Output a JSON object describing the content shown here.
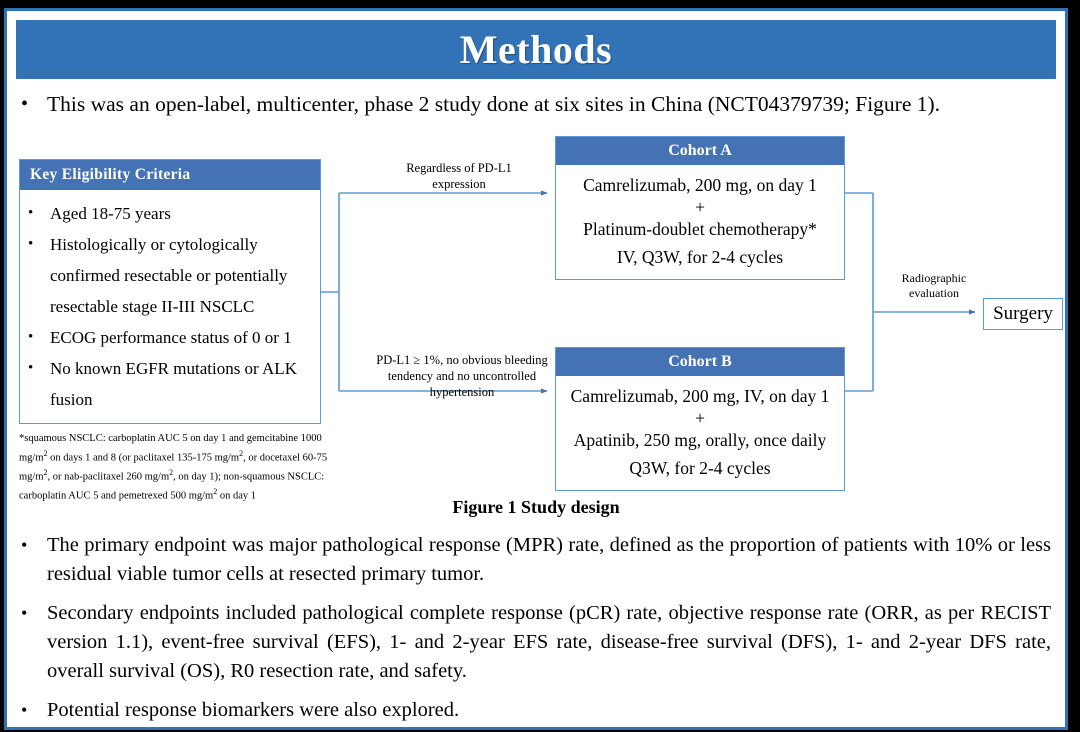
{
  "slide": {
    "title": "Methods",
    "accent_color": "#3273B8",
    "header_box_color": "#4472B4",
    "box_border_color": "#5B9BD5",
    "frame_border_color": "#2E74B5"
  },
  "lead_bullet": "This was an open-label, multicenter, phase 2 study done at six sites in China (NCT04379739; Figure 1).",
  "figure": {
    "caption": "Figure 1 Study design",
    "eligibility": {
      "header": "Key  Eligibility Criteria",
      "items": [
        "Aged 18-75 years",
        "Histologically or cytologically confirmed resectable or potentially resectable stage II-III  NSCLC",
        "ECOG performance status of 0 or 1",
        "No known EGFR mutations or ALK fusion"
      ]
    },
    "footnote": "*squamous NSCLC: carboplatin AUC 5 on day 1 and gemcitabine 1000 mg/m2 on days 1 and 8 (or paclitaxel 135-175 mg/m2, or docetaxel 60-75 mg/m2, or nab-paclitaxel 260 mg/m2, on day 1); non-squamous NSCLC: carboplatin AUC 5 and pemetrexed 500 mg/m2 on day 1",
    "cohort_a": {
      "header": "Cohort A",
      "lines": [
        "Camrelizumab, 200 mg, on day 1",
        "+",
        "Platinum-doublet chemotherapy*",
        "IV, Q3W, for 2-4 cycles"
      ]
    },
    "cohort_b": {
      "header": "Cohort B",
      "lines": [
        "Camrelizumab, 200 mg, IV, on day 1",
        "+",
        "Apatinib, 250 mg, orally, once daily",
        "Q3W, for 2-4 cycles"
      ]
    },
    "label_top": "Regardless  of PD-L1 expression",
    "label_bottom": "PD-L1 ≥ 1%, no obvious bleeding tendency and no uncontrolled  hypertension",
    "label_radiographic": "Radiographic evaluation",
    "surgery": "Surgery"
  },
  "bottom_bullets": [
    "The primary endpoint was major pathological response (MPR) rate, defined as the proportion of patients with 10% or less residual viable tumor cells at resected primary tumor.",
    "Secondary endpoints included pathological complete response (pCR) rate, objective response rate (ORR, as per RECIST version 1.1), event-free survival (EFS), 1- and 2-year EFS rate, disease-free survival (DFS), 1- and 2-year DFS rate, overall survival (OS), R0 resection rate, and safety.",
    "Potential response biomarkers were also explored."
  ],
  "bullet_glyph": "•"
}
